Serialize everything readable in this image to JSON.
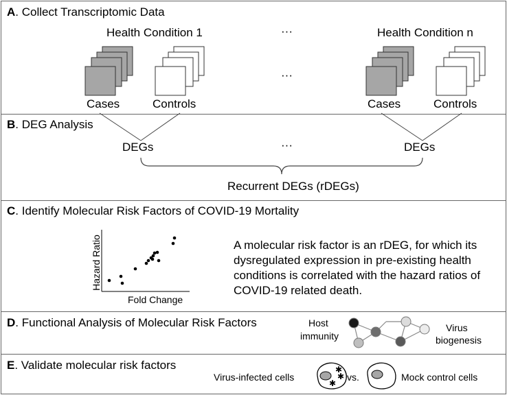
{
  "sections": {
    "a": {
      "letter": "A",
      "title": ". Collect Transcriptomic Data"
    },
    "b": {
      "letter": "B",
      "title": ". DEG Analysis"
    },
    "c": {
      "letter": "C",
      "title": ". Identify Molecular Risk Factors of COVID-19 Mortality"
    },
    "d": {
      "letter": "D",
      "title": ". Functional Analysis of Molecular Risk Factors"
    },
    "e": {
      "letter": "E",
      "title": ". Validate molecular risk factors"
    }
  },
  "collect": {
    "condition_1": "Health Condition 1",
    "condition_n": "Health Condition n",
    "ellipsis": "···",
    "cases": "Cases",
    "controls": "Controls"
  },
  "deg": {
    "degs": "DEGs",
    "ellipsis": "···",
    "recurrent": "Recurrent DEGs (rDEGs)"
  },
  "risk": {
    "ylabel": "Hazard Ratio",
    "xlabel": "Fold Change",
    "description_lines": [
      "A molecular risk factor is an rDEG, for which its",
      "dysregulated expression in pre-existing health",
      "conditions is correlated with the hazard ratios of",
      "COVID-19 related death."
    ]
  },
  "network": {
    "left_label": [
      "Host",
      "immunity"
    ],
    "right_label": [
      "Virus",
      "biogenesis"
    ],
    "node_colors": [
      "#1a1a1a",
      "#bfbfbf",
      "#6e6e6e",
      "#dcdcdc",
      "#ececec",
      "#9a9a9a",
      "#5a5a5a"
    ]
  },
  "validate": {
    "infected": "Virus-infected cells",
    "vs": "vs.",
    "mock": "Mock control cells"
  },
  "colors": {
    "case_fill": "#a6a6a6",
    "border": "#666666"
  }
}
